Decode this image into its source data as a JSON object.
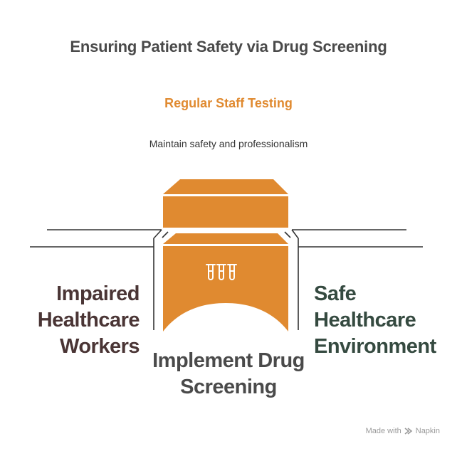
{
  "title": "Ensuring Patient Safety via Drug Screening",
  "top": {
    "heading": "Regular Staff Testing",
    "description": "Maintain safety and professionalism"
  },
  "left": {
    "label": "Impaired Healthcare Workers"
  },
  "right": {
    "label": "Safe Healthcare Environment"
  },
  "bottom": {
    "label": "Implement Drug Screening"
  },
  "footer": {
    "made_with": "Made with",
    "brand": "Napkin"
  },
  "colors": {
    "accent": "#e08a30",
    "left_text": "#4a3535",
    "right_text": "#354a40",
    "line": "#333333"
  },
  "icons": {
    "center": "test-tubes-icon",
    "brand": "napkin-logo-icon"
  }
}
